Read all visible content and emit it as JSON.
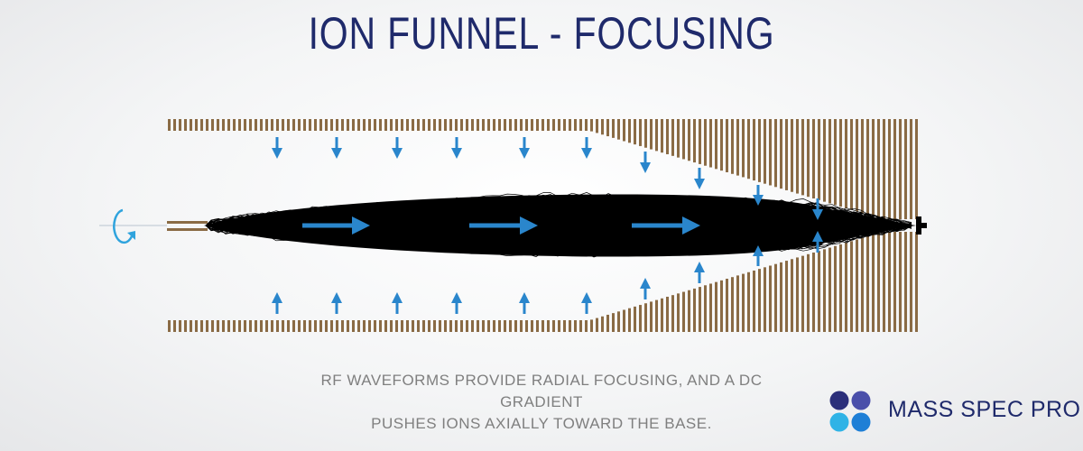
{
  "title": "ION FUNNEL - FOCUSING",
  "caption": {
    "line1": "RF WAVEFORMS PROVIDE RADIAL FOCUSING, AND A DC GRADIENT",
    "line2": "PUSHES IONS AXIALLY TOWARD THE BASE."
  },
  "logo": {
    "text": "MASS SPEC PRO",
    "dot_colors": [
      "#2b2f7a",
      "#4a4faa",
      "#2fb3e6",
      "#1e7fd6"
    ]
  },
  "colors": {
    "title": "#1f2a6b",
    "electrodes": "#8a6b45",
    "arrows": "#2a86cc",
    "ion_cloud": "#000000",
    "caption": "#7f7f7f"
  },
  "icons": [
    "rotation-arrow-icon",
    "logo-dots-icon"
  ]
}
